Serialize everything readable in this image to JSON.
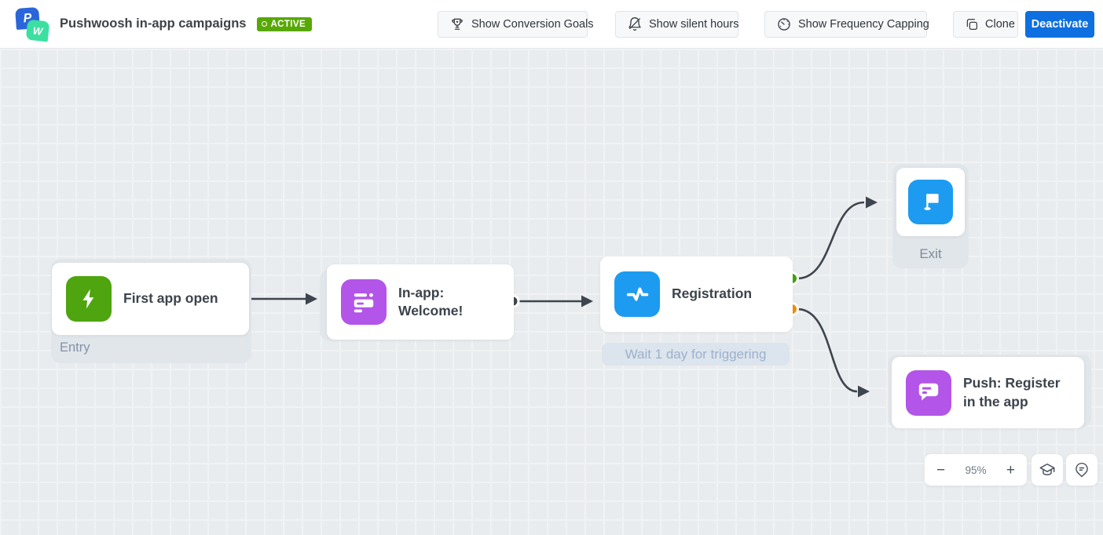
{
  "header": {
    "logo": {
      "letter_p": "P",
      "letter_w": "W"
    },
    "title": "Pushwoosh in-app campaigns",
    "status_badge": "ACTIVE",
    "buttons": {
      "conversion_goals": "Show Conversion Goals",
      "silent_hours": "Show silent hours",
      "frequency_capping": "Show Frequency Capping",
      "clone": "Clone",
      "deactivate": "Deactivate"
    },
    "icons": {
      "conversion_goals": "trophy-icon",
      "silent_hours": "bell-off-icon",
      "frequency_capping": "gauge-icon",
      "clone": "copy-icon"
    }
  },
  "canvas": {
    "nodes": [
      {
        "id": "entry",
        "title": "First app open",
        "label": "Entry",
        "icon": "lightning-icon",
        "icon_color": "#4ea50f"
      },
      {
        "id": "inapp",
        "title": "In-app: Welcome!",
        "icon": "inapp-message-icon",
        "icon_color": "#b355e8"
      },
      {
        "id": "registration",
        "title": "Registration",
        "note": "Wait 1 day for triggering",
        "icon": "activity-icon",
        "icon_color": "#1d9bf0"
      },
      {
        "id": "exit",
        "label": "Exit",
        "icon": "flag-icon",
        "icon_color": "#1d9bf0"
      },
      {
        "id": "push",
        "title": "Push: Register in the app",
        "icon": "push-message-icon",
        "icon_color": "#b355e8"
      }
    ],
    "port_colors": {
      "default": "#3f454e",
      "success": "#3fa30c",
      "timeout": "#f28c0e",
      "push_out": "#c935cf"
    },
    "connector_color": "#3f454e"
  },
  "controls": {
    "zoom_out": "−",
    "zoom_level": "95%",
    "zoom_in": "+",
    "icons": {
      "academy": "graduation-cap-icon",
      "feedback": "feedback-pin-icon"
    }
  }
}
